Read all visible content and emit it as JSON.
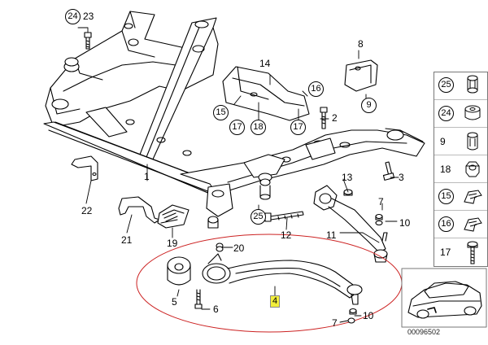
{
  "diagram": {
    "code": "00096502",
    "callouts": {
      "c1": "1",
      "c2": "2",
      "c3": "3",
      "c4": "4",
      "c5": "5",
      "c6": "6",
      "c7a": "7",
      "c7b": "7",
      "c8": "8",
      "c9": "9",
      "c10a": "10",
      "c10b": "10",
      "c11": "11",
      "c12": "12",
      "c13": "13",
      "c14": "14",
      "c15": "15",
      "c16": "16",
      "c17a": "17",
      "c17b": "17",
      "c18": "18",
      "c19": "19",
      "c20": "20",
      "c21": "21",
      "c22": "22",
      "c23": "23",
      "c24": "24",
      "c25": "25"
    },
    "highlight_color": "#f2ee3c",
    "line_color": "#000000",
    "ellipse_color": "#cc2222"
  },
  "side_legend": [
    {
      "num": "25",
      "ring": true,
      "icon": "nut-tall-icon"
    },
    {
      "num": "24",
      "ring": true,
      "icon": "bushing-icon"
    },
    {
      "num": "9",
      "ring": false,
      "icon": "bolt-head-icon"
    },
    {
      "num": "18",
      "ring": false,
      "icon": "hex-nut-icon"
    },
    {
      "num": "15",
      "ring": true,
      "icon": "spring-clip-icon"
    },
    {
      "num": "16",
      "ring": true,
      "icon": "spring-clip-icon"
    },
    {
      "num": "17",
      "ring": false,
      "icon": "screw-icon"
    }
  ]
}
